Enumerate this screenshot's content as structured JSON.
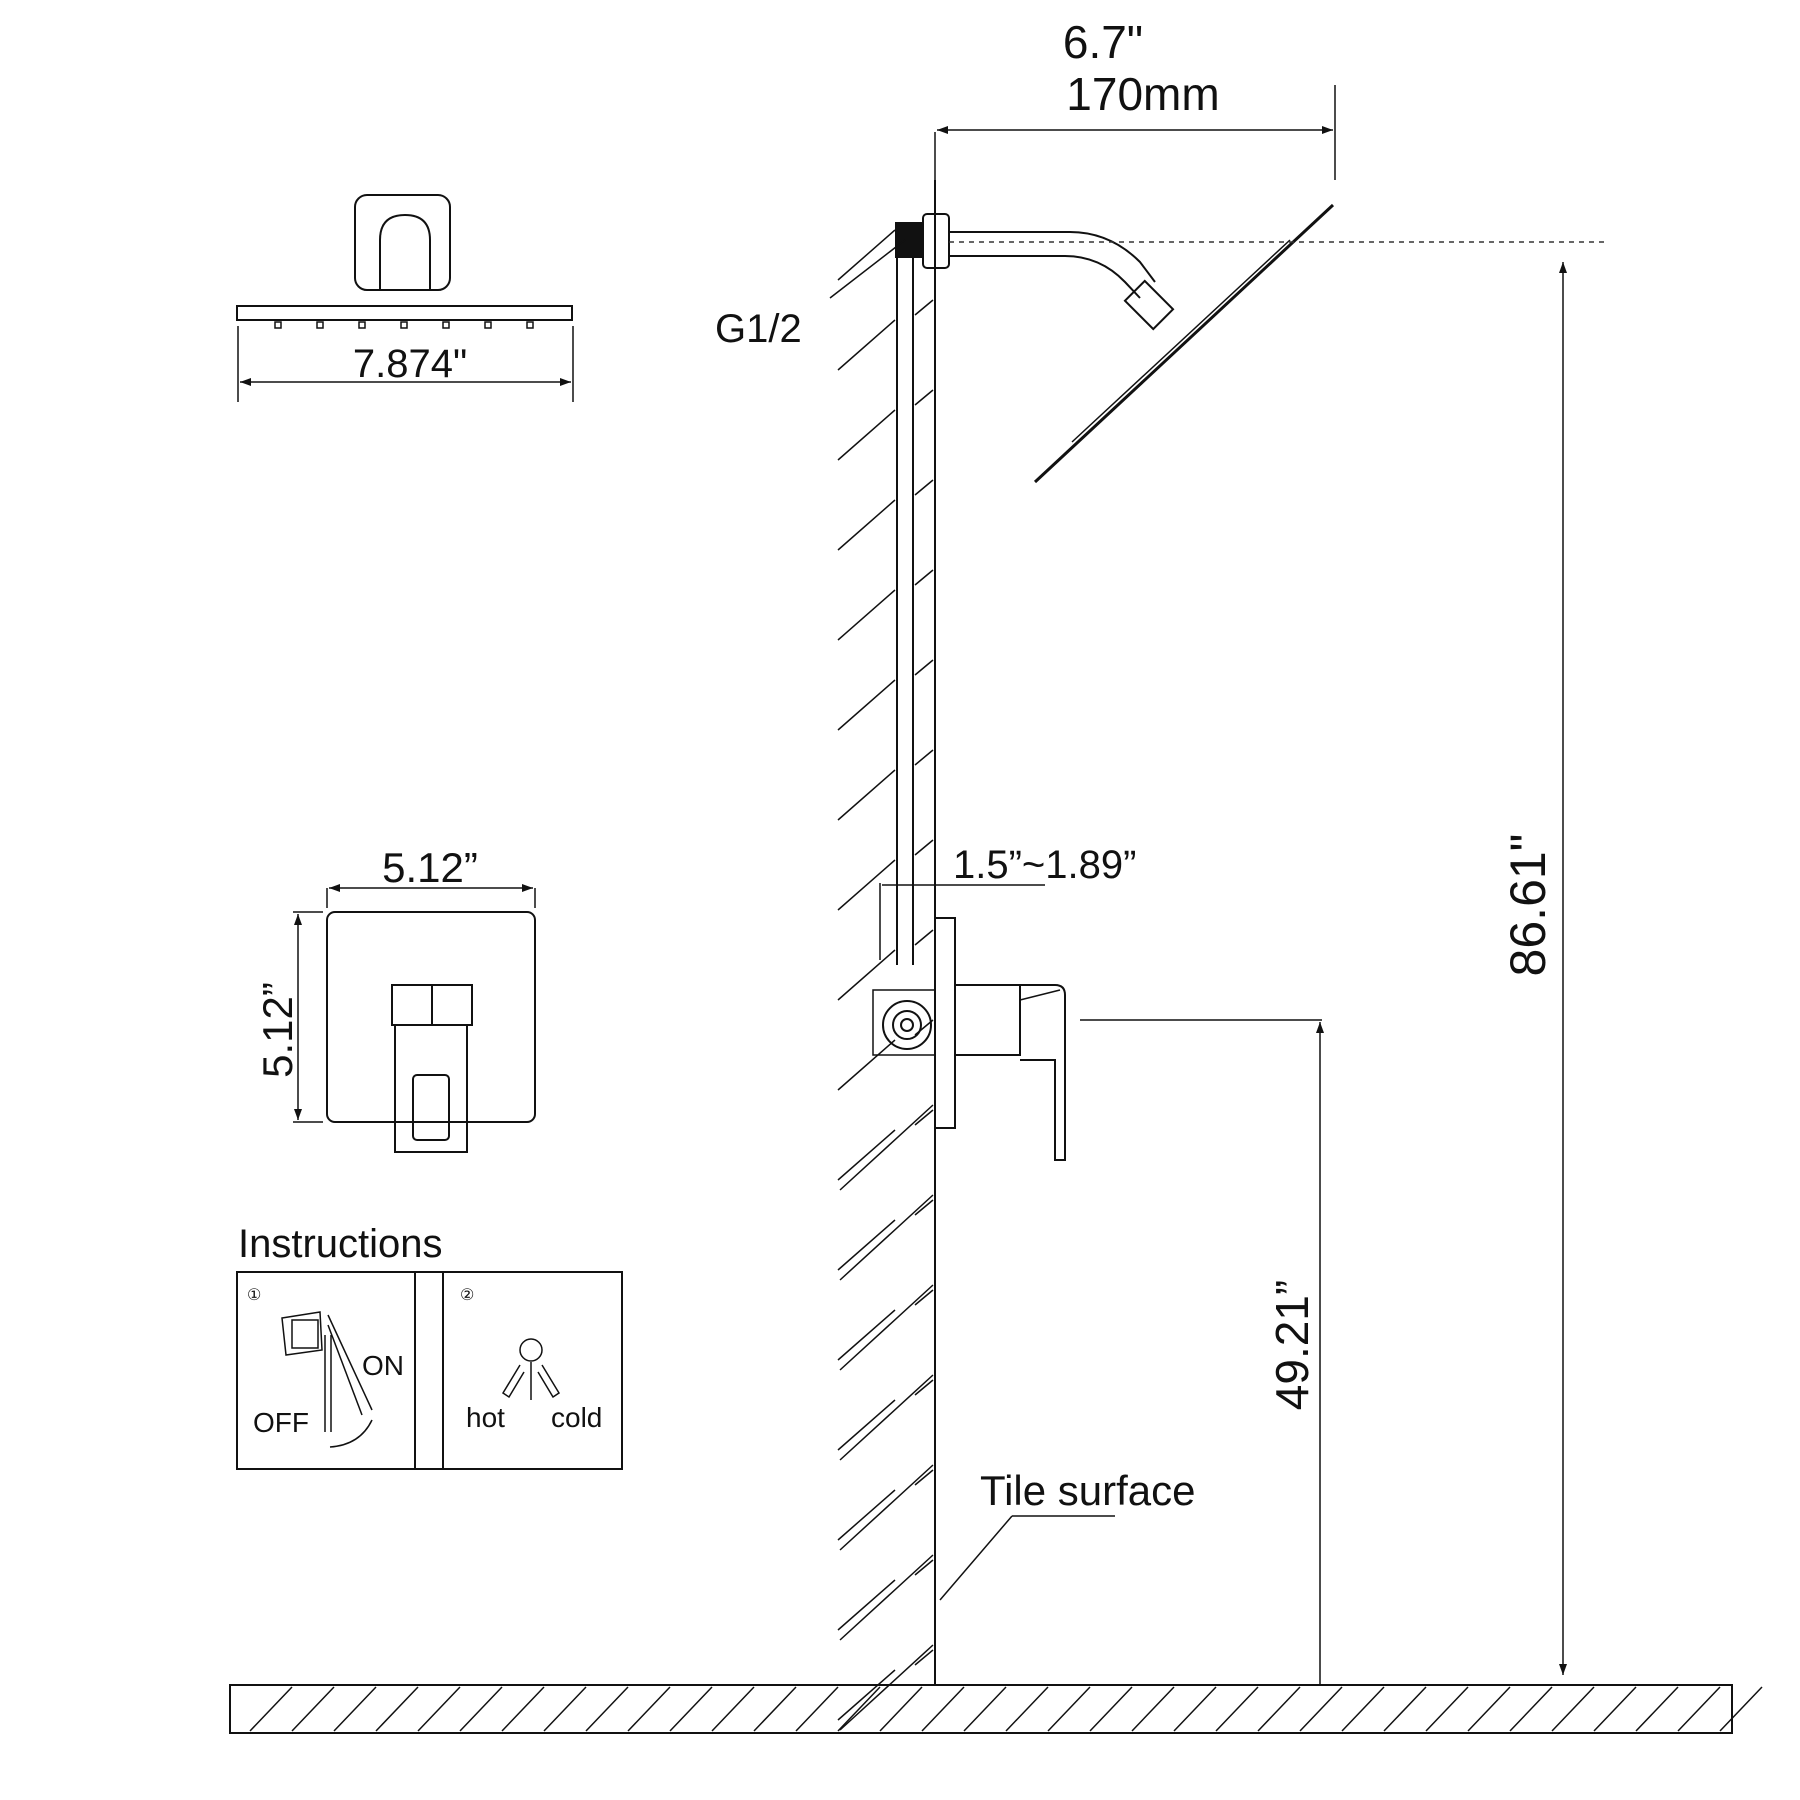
{
  "dimensions": {
    "arm_reach_in": "6.7\"",
    "arm_reach_mm": "170mm",
    "showerhead_width": "7.874\"",
    "thread_size": "G1/2",
    "trim_width": "5.12”",
    "trim_height": "5.12”",
    "wall_depth": "1.5”~1.89”",
    "head_height": "86.61\"",
    "valve_height": "49.21”"
  },
  "labels": {
    "tile_surface": "Tile surface"
  },
  "instructions": {
    "title": "Instructions",
    "step1": {
      "number": "①",
      "on": "ON",
      "off": "OFF"
    },
    "step2": {
      "number": "②",
      "hot": "hot",
      "cold": "cold"
    }
  }
}
